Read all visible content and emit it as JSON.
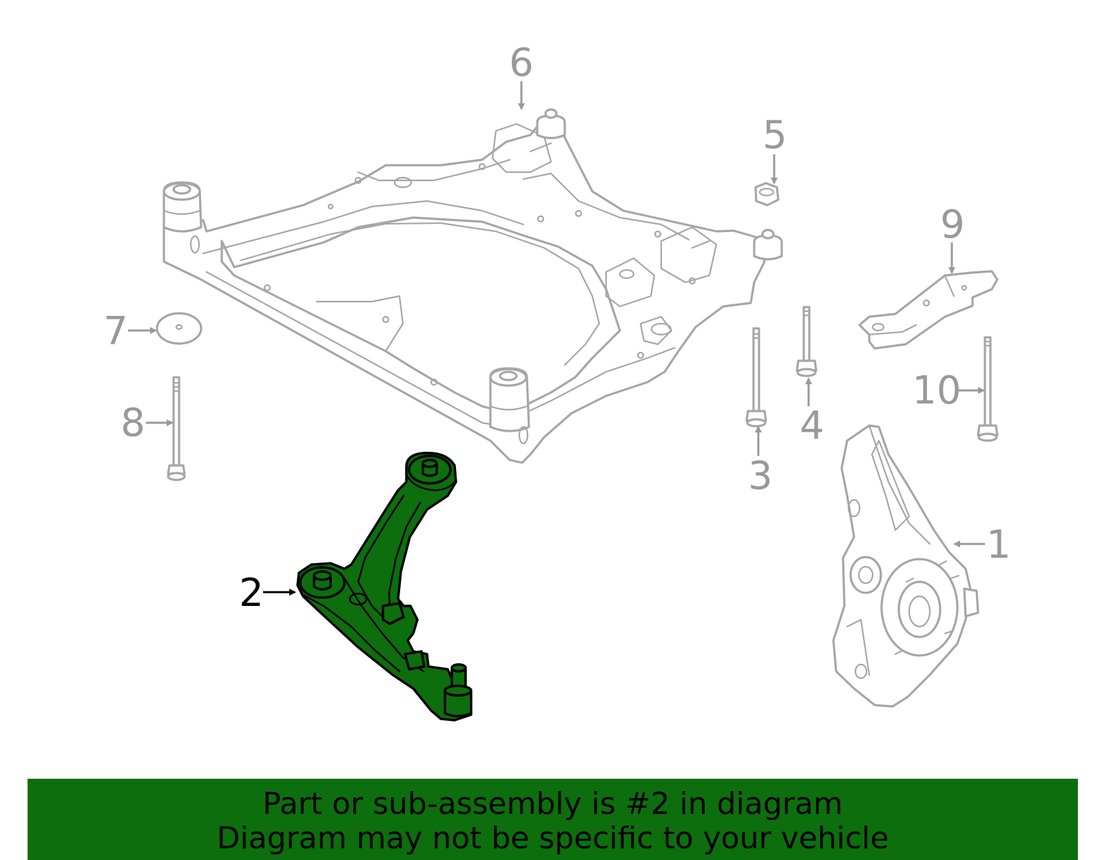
{
  "diagram": {
    "callouts": {
      "c1": "1",
      "c2": "2",
      "c3": "3",
      "c4": "4",
      "c5": "5",
      "c6": "6",
      "c7": "7",
      "c8": "8",
      "c9": "9",
      "c10": "10"
    },
    "highlighted_part": "2",
    "colors": {
      "highlight": "#0d6e0d",
      "ghost_line": "#a6a6a6",
      "callout_default": "#999999",
      "callout_highlight": "#000000"
    }
  },
  "banner": {
    "line1": "Part or sub-assembly is #2 in diagram",
    "line2": "Diagram may not be specific to your vehicle",
    "background": "#0d6e0d"
  }
}
